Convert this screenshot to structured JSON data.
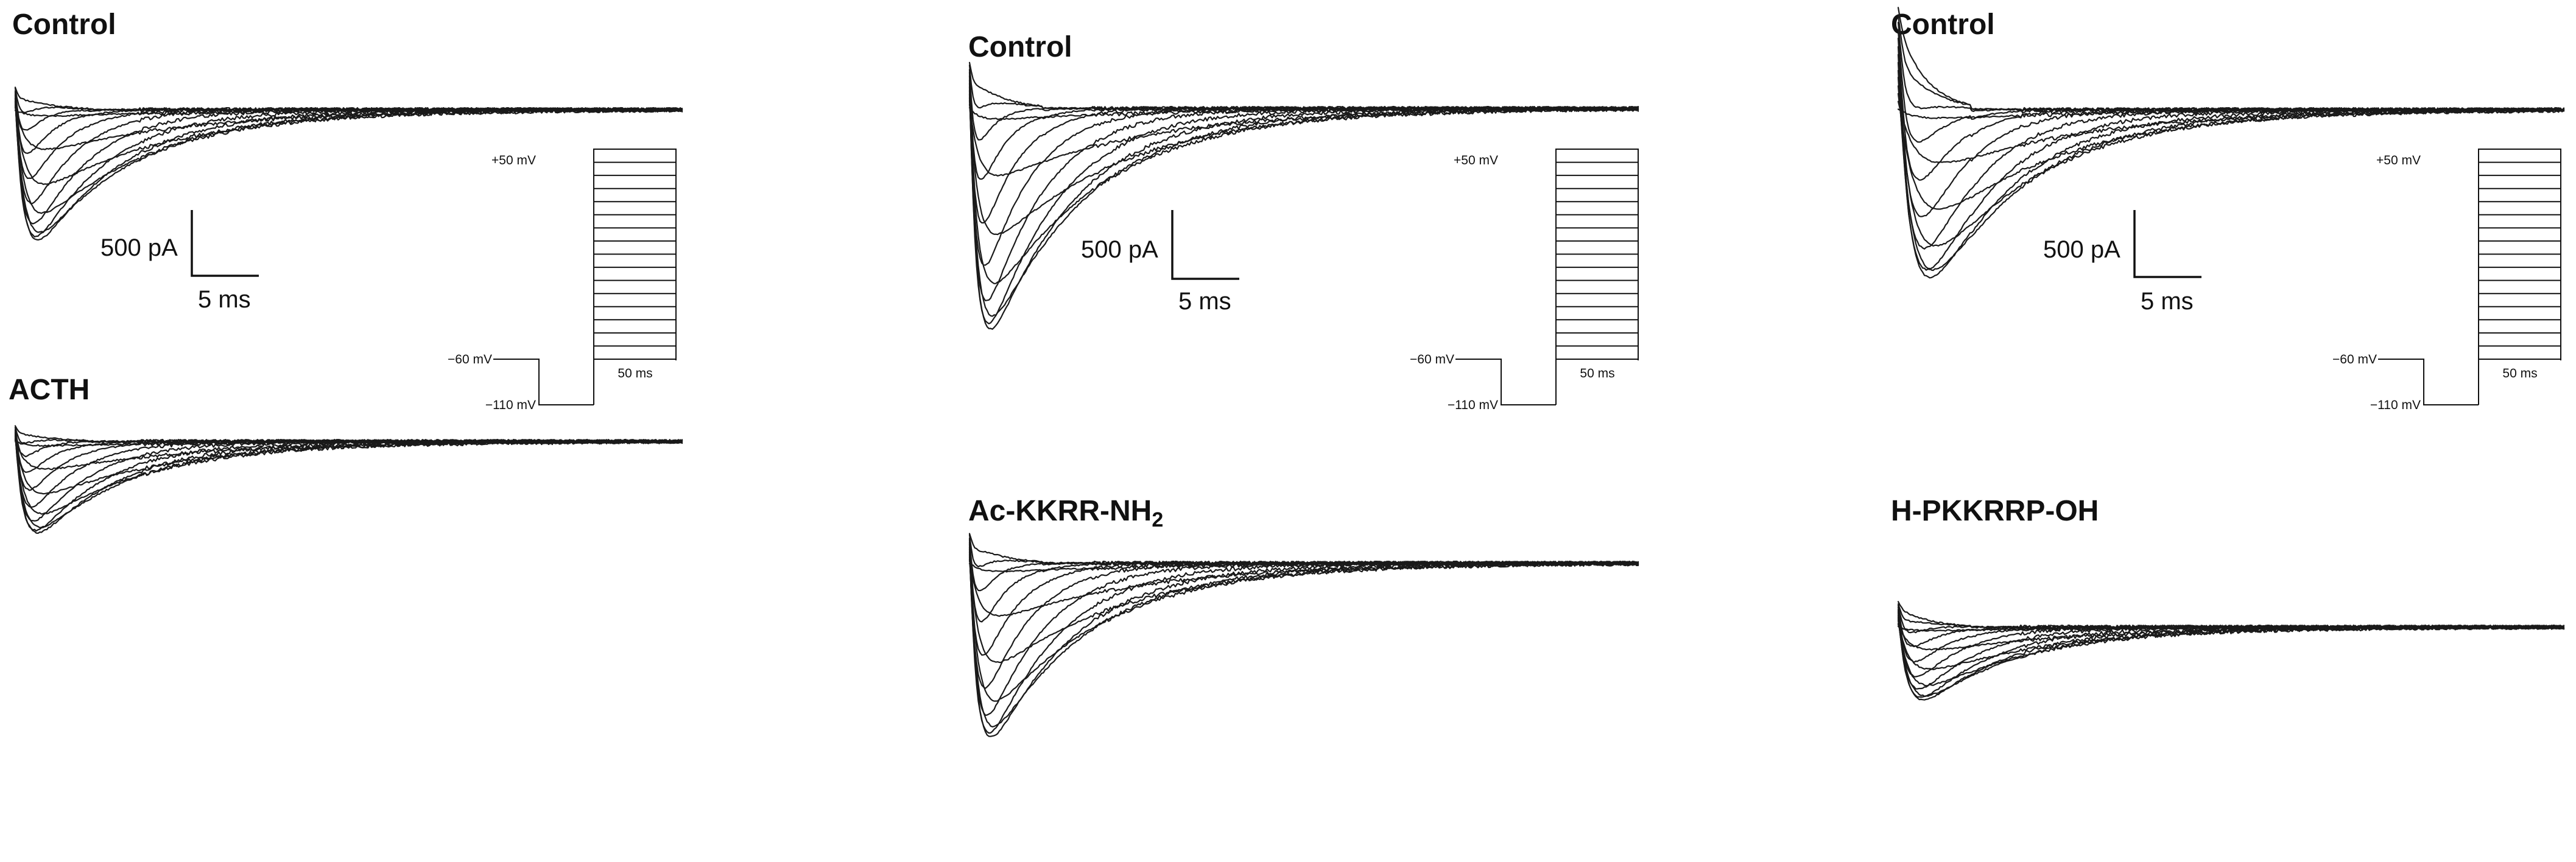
{
  "panels": [
    {
      "id": "A",
      "control_label": "Control",
      "treatment_label": "ACTH",
      "scale_current": "500 pA",
      "scale_time": "5 ms",
      "protocol": {
        "v_test": "+50 mV",
        "v_hold": "−60 mV",
        "v_pre": "−110 mV",
        "duration": "50 ms"
      }
    },
    {
      "id": "B",
      "control_label": "Control",
      "treatment_label_main": "Ac-KKRR-NH",
      "treatment_label_sub": "2",
      "scale_current": "500 pA",
      "scale_time": "5 ms",
      "protocol": {
        "v_test": "+50 mV",
        "v_hold": "−60 mV",
        "v_pre": "−110 mV",
        "duration": "50 ms"
      }
    },
    {
      "id": "C",
      "control_label": "Control",
      "treatment_label": "H-PKKRRP-OH",
      "scale_current": "500 pA",
      "scale_time": "5 ms",
      "protocol": {
        "v_test": "+50 mV",
        "v_hold": "−60 mV",
        "v_pre": "−110 mV",
        "duration": "50 ms"
      }
    }
  ],
  "trace_families": {
    "A_control": {
      "sweeps": 14,
      "peak_relative": 1.0
    },
    "A_acth": {
      "sweeps": 14,
      "peak_relative": 0.7
    },
    "B_control": {
      "sweeps": 14,
      "peak_relative": 1.0
    },
    "B_treatment": {
      "sweeps": 14,
      "peak_relative": 0.91
    },
    "C_control": {
      "sweeps": 14,
      "peak_relative": 1.0
    },
    "C_treatment": {
      "sweeps": 14,
      "peak_relative": 0.35
    }
  },
  "step_protocol": {
    "step_count": 16
  }
}
